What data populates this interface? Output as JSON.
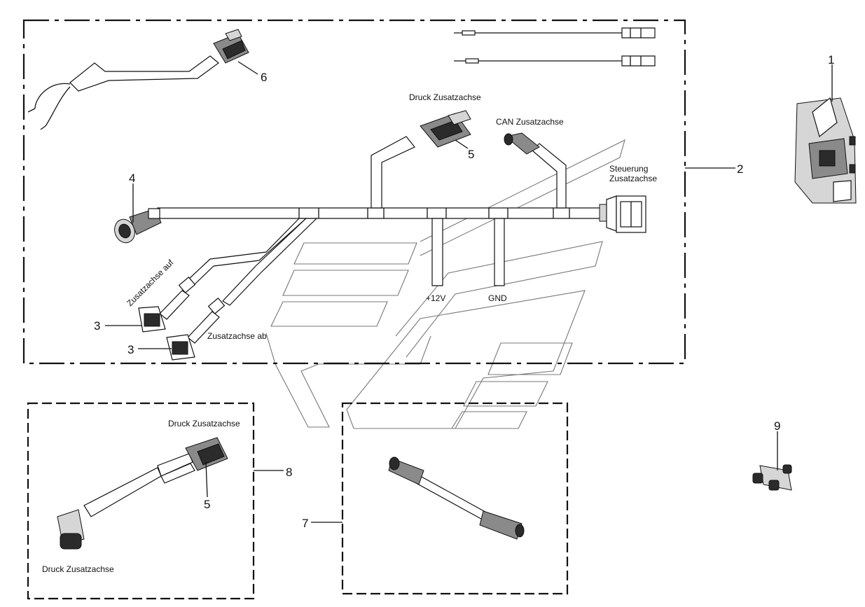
{
  "labels": {
    "druck_zusatzachse_top": "Druck Zusatzachse",
    "can_zusatzachse": "CAN Zusatzachse",
    "steuerung_line1": "Steuerung",
    "steuerung_line2": "Zusatzachse",
    "zusatzachse_auf": "Zusatzachse auf",
    "zusatzachse_ab": "Zusatzachse ab",
    "plus12v": "+12V",
    "gnd": "GND",
    "druck_zusatzachse_box8_top": "Druck Zusatzachse",
    "druck_zusatzachse_box8_bottom": "Druck Zusatzachse"
  },
  "callouts": {
    "c1": "1",
    "c2": "2",
    "c3a": "3",
    "c3b": "3",
    "c4": "4",
    "c5a": "5",
    "c5b": "5",
    "c6": "6",
    "c7": "7",
    "c8": "8",
    "c9": "9"
  }
}
